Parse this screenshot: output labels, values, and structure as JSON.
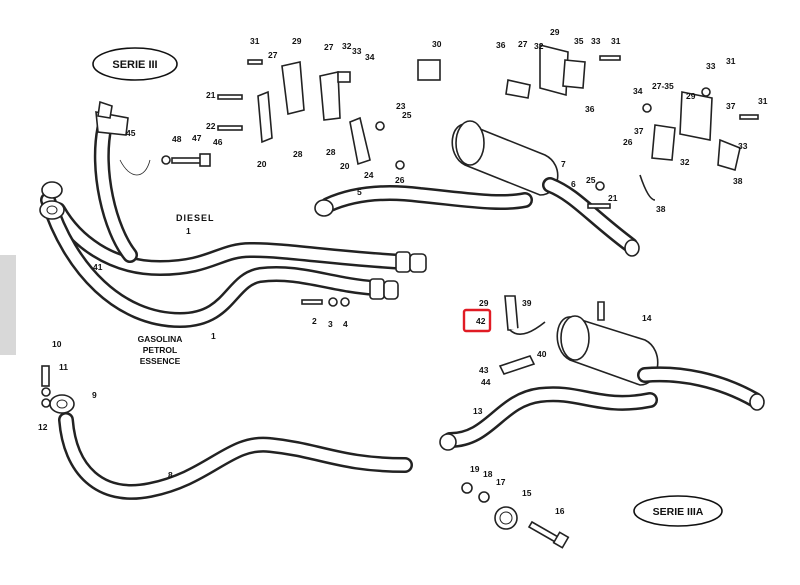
{
  "series_labels": {
    "left": "SERIE III",
    "right": "SERIE IIIA"
  },
  "captions": {
    "diesel": "DIESEL",
    "gas_1": "GASOLINA",
    "gas_2": "PETROL",
    "gas_3": "ESSENCE"
  },
  "callouts": [
    {
      "id": "c31a",
      "t": "31"
    },
    {
      "id": "c27a",
      "t": "27"
    },
    {
      "id": "c29a",
      "t": "29"
    },
    {
      "id": "c27b",
      "t": "27"
    },
    {
      "id": "c32a",
      "t": "32"
    },
    {
      "id": "c33a",
      "t": "33"
    },
    {
      "id": "c34a",
      "t": "34"
    },
    {
      "id": "c30",
      "t": "30"
    },
    {
      "id": "c36a",
      "t": "36"
    },
    {
      "id": "c27c",
      "t": "27"
    },
    {
      "id": "c32b",
      "t": "32"
    },
    {
      "id": "c29b",
      "t": "29"
    },
    {
      "id": "c35",
      "t": "35"
    },
    {
      "id": "c33b",
      "t": "33"
    },
    {
      "id": "c31b",
      "t": "31"
    },
    {
      "id": "c36b",
      "t": "36"
    },
    {
      "id": "c21a",
      "t": "21"
    },
    {
      "id": "c22",
      "t": "22"
    },
    {
      "id": "c20a",
      "t": "20"
    },
    {
      "id": "c28a",
      "t": "28"
    },
    {
      "id": "c28b",
      "t": "28"
    },
    {
      "id": "c23",
      "t": "23"
    },
    {
      "id": "c25a",
      "t": "25"
    },
    {
      "id": "c20b",
      "t": "20"
    },
    {
      "id": "c24",
      "t": "24"
    },
    {
      "id": "c26a",
      "t": "26"
    },
    {
      "id": "c5",
      "t": "5"
    },
    {
      "id": "c7",
      "t": "7"
    },
    {
      "id": "c6",
      "t": "6"
    },
    {
      "id": "c25b",
      "t": "25"
    },
    {
      "id": "c21b",
      "t": "21"
    },
    {
      "id": "c45",
      "t": "45"
    },
    {
      "id": "c48",
      "t": "48"
    },
    {
      "id": "c47",
      "t": "47"
    },
    {
      "id": "c46",
      "t": "46"
    },
    {
      "id": "c41",
      "t": "41"
    },
    {
      "id": "c1a",
      "t": "1"
    },
    {
      "id": "c1b",
      "t": "1"
    },
    {
      "id": "c2",
      "t": "2"
    },
    {
      "id": "c3",
      "t": "3"
    },
    {
      "id": "c4",
      "t": "4"
    },
    {
      "id": "c2735",
      "t": "27-35"
    },
    {
      "id": "c33c",
      "t": "33"
    },
    {
      "id": "c31c",
      "t": "31"
    },
    {
      "id": "c34b",
      "t": "34"
    },
    {
      "id": "c29c",
      "t": "29"
    },
    {
      "id": "c37a",
      "t": "37"
    },
    {
      "id": "c31d",
      "t": "31"
    },
    {
      "id": "c37b",
      "t": "37"
    },
    {
      "id": "c33d",
      "t": "33"
    },
    {
      "id": "c26b",
      "t": "26"
    },
    {
      "id": "c32c",
      "t": "32"
    },
    {
      "id": "c38a",
      "t": "38"
    },
    {
      "id": "c38b",
      "t": "38"
    },
    {
      "id": "c29d",
      "t": "29"
    },
    {
      "id": "c39",
      "t": "39"
    },
    {
      "id": "c42",
      "t": "42"
    },
    {
      "id": "c14",
      "t": "14"
    },
    {
      "id": "c40",
      "t": "40"
    },
    {
      "id": "c43",
      "t": "43"
    },
    {
      "id": "c44",
      "t": "44"
    },
    {
      "id": "c13",
      "t": "13"
    },
    {
      "id": "c10",
      "t": "10"
    },
    {
      "id": "c11",
      "t": "11"
    },
    {
      "id": "c9",
      "t": "9"
    },
    {
      "id": "c12",
      "t": "12"
    },
    {
      "id": "c8",
      "t": "8"
    },
    {
      "id": "c19",
      "t": "19"
    },
    {
      "id": "c18",
      "t": "18"
    },
    {
      "id": "c17",
      "t": "17"
    },
    {
      "id": "c15",
      "t": "15"
    },
    {
      "id": "c16",
      "t": "16"
    }
  ],
  "highlight": {
    "label": "42",
    "color": "#e01b24"
  }
}
